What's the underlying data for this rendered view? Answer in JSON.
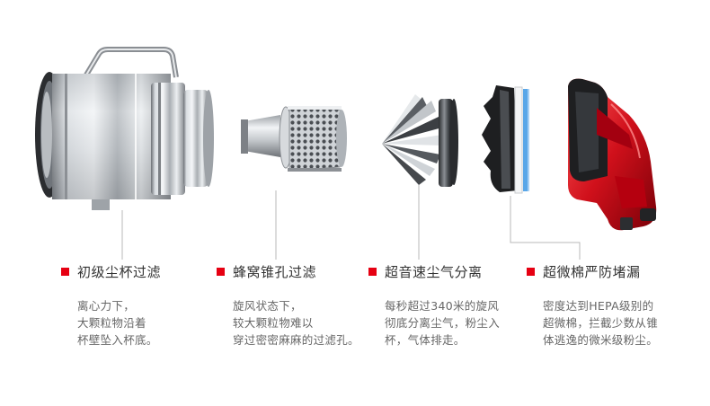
{
  "features": [
    {
      "title": "初级尘杯过滤",
      "lines": [
        "离心力下，",
        "大颗粒物沿着",
        "杯壁坠入杯底。"
      ]
    },
    {
      "title": "蜂窝锥孔过滤",
      "lines": [
        "旋风状态下，",
        "较大颗粒物难以",
        "穿过密密麻麻的过滤孔。"
      ]
    },
    {
      "title": "超音速尘气分离",
      "lines": [
        "每秒超过340米的旋风",
        "彻底分离尘气，粉尘入",
        "杯，气体排走。"
      ]
    },
    {
      "title": "超微棉严防堵漏",
      "lines": [
        "密度达到HEPA级别的",
        "超微棉，拦截少数从锥",
        "体逃逸的微米级粉尘。"
      ]
    }
  ],
  "colors": {
    "accent": "#e60012",
    "heading_text": "#333333",
    "body_text": "#666666",
    "leader_line": "#b8b8b8",
    "foam_blue": "#5aa7e8"
  },
  "illustrations": [
    "dust-cup-icon",
    "mesh-cone-filter-icon",
    "cyclone-separator-icon",
    "hepa-foam-filter-icon",
    "motor-housing-icon"
  ]
}
